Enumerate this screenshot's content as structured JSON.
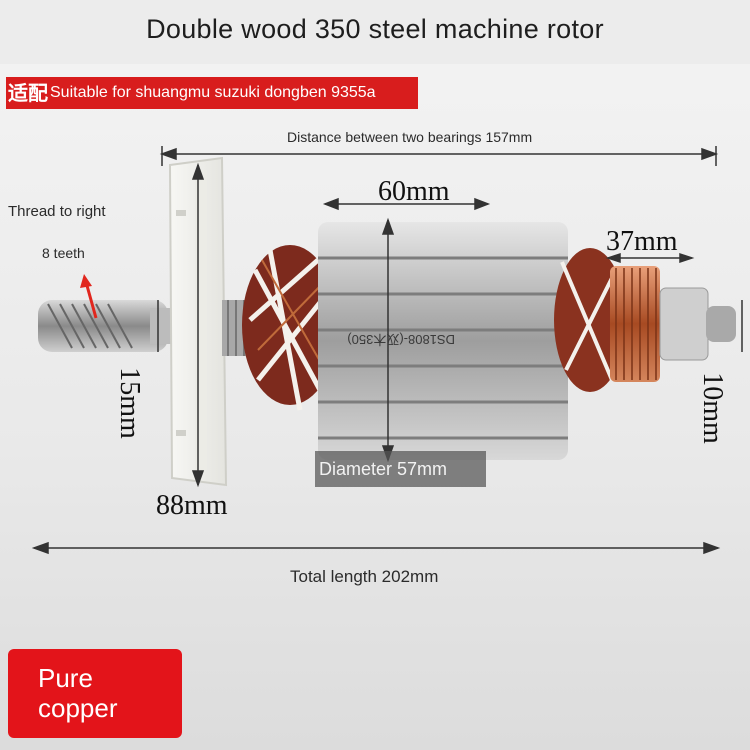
{
  "title": "Double wood 350 steel machine rotor",
  "banner": {
    "badge": "适配",
    "text": "Suitable for shuangmu suzuki dongben 9355a"
  },
  "labels": {
    "bearings": "Distance between two bearings 157mm",
    "thread": "Thread to right",
    "teeth": "8 teeth",
    "length_60": "60mm",
    "length_37": "37mm",
    "shaft_15": "15mm",
    "fan_88": "88mm",
    "shaft_10": "10mm",
    "diameter": "Diameter 57mm",
    "total": "Total length 202mm"
  },
  "callout": {
    "line1": "Pure",
    "line2": "copper"
  },
  "engraving": "DS1808-(双木350)",
  "colors": {
    "banner_red": "#d81d1d",
    "callout_red": "#e3141a",
    "copper": "#b5552f",
    "steel": "#b9b9b9"
  }
}
